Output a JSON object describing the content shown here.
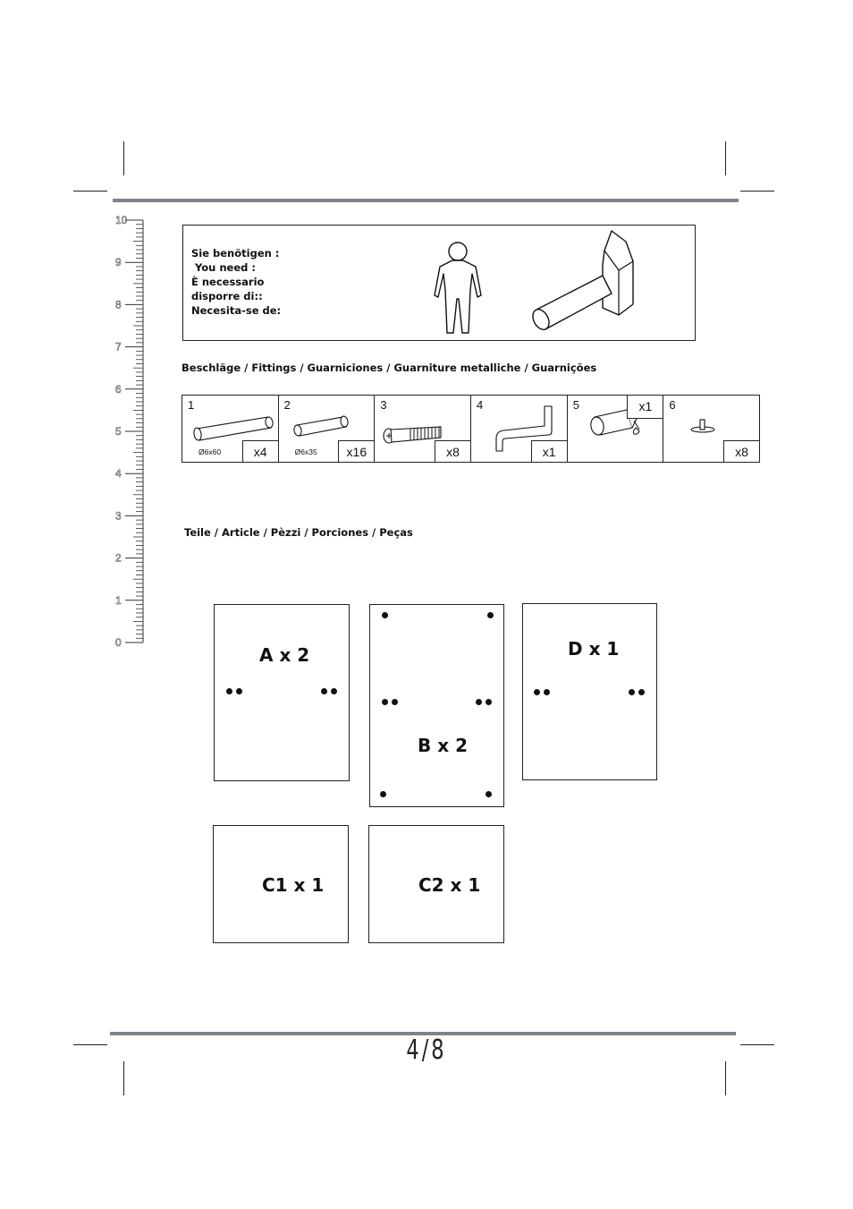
{
  "need": {
    "lines": [
      "Sie benötigen :",
      " You need :",
      "È necessario",
      "disporre di::",
      "Necesita-se de:"
    ]
  },
  "fittings": {
    "title": "Beschläge / Fittings / Guarniciones / Guarniture metalliche / Guarnições",
    "items": [
      {
        "num": "1",
        "dim": "Ø6x60",
        "qty": "x4",
        "icon": "wooden-dowel-long-icon"
      },
      {
        "num": "2",
        "dim": "Ø6x35",
        "qty": "x16",
        "icon": "wooden-dowel-short-icon"
      },
      {
        "num": "3",
        "dim": "",
        "qty": "x8",
        "icon": "bolt-screw-icon"
      },
      {
        "num": "4",
        "dim": "",
        "qty": "x1",
        "icon": "allen-key-icon"
      },
      {
        "num": "5",
        "dim": "",
        "qty": "x1",
        "icon": "glue-tube-icon"
      },
      {
        "num": "6",
        "dim": "",
        "qty": "x8",
        "icon": "shelf-pin-icon"
      }
    ]
  },
  "parts": {
    "title": "Teile / Article / Pèzzi / Porciones / Peças",
    "items": [
      {
        "label": "A x 2"
      },
      {
        "label": "B x 2"
      },
      {
        "label": "D x 1"
      },
      {
        "label": "C1 x 1"
      },
      {
        "label": "C2 x 1"
      }
    ]
  },
  "ruler": {
    "marks": [
      "10",
      "9",
      "8",
      "7",
      "6",
      "5",
      "4",
      "3",
      "2",
      "1",
      "0"
    ]
  },
  "page_number": "4/8"
}
